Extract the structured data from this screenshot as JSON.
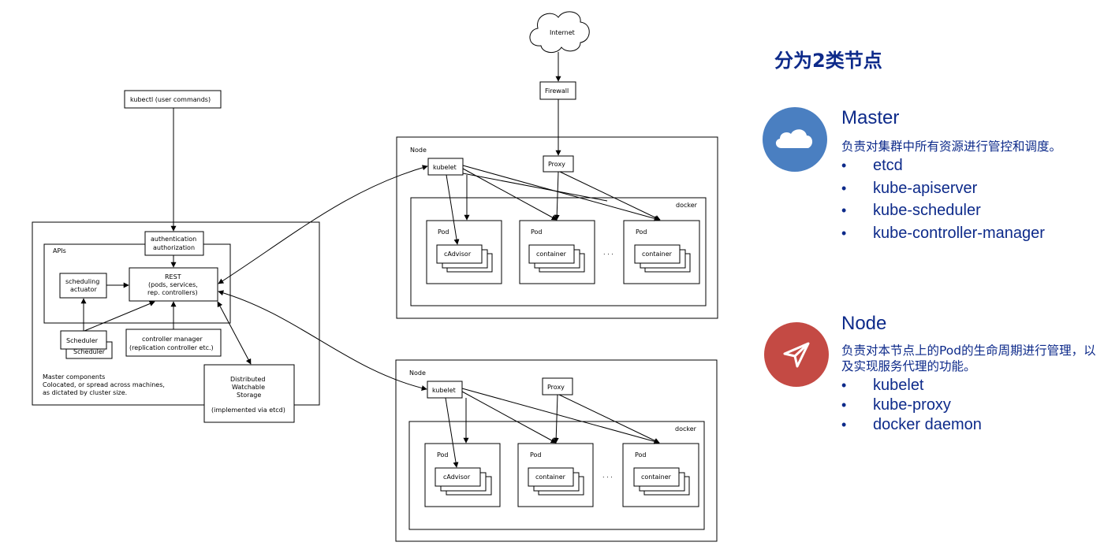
{
  "diagram": {
    "internet": "Internet",
    "firewall": "Firewall",
    "kubectl": "kubectl (user commands)",
    "auth": [
      "authentication",
      "authorization"
    ],
    "apis": "APIs",
    "rest": [
      "REST",
      "(pods, services,",
      "rep. controllers)"
    ],
    "scheduling": [
      "scheduling",
      "actuator"
    ],
    "scheduler": "Scheduler",
    "controller_manager": [
      "controller manager",
      "(replication controller etc.)"
    ],
    "master_components": [
      "Master components",
      "Colocated, or spread across machines,",
      "as dictated by cluster size."
    ],
    "storage": [
      "Distributed",
      "Watchable",
      "Storage",
      "",
      "(implemented via etcd)"
    ],
    "node": "Node",
    "kubelet": "kubelet",
    "proxy": "Proxy",
    "docker": "docker",
    "pod": "Pod",
    "cadvisor": "cAdvisor",
    "container": "container",
    "ellipsis": ". . ."
  },
  "panel": {
    "heading": "分为2类节点",
    "master": {
      "icon": "cloud-icon",
      "color": "#4a7fc1",
      "title": "Master",
      "desc": "负责对集群中所有资源进行管控和调度。",
      "items": [
        "etcd",
        "kube-apiserver",
        "kube-scheduler",
        "kube-controller-manager"
      ]
    },
    "node": {
      "icon": "send-arrow-icon",
      "color": "#c44a44",
      "title": "Node",
      "desc": "负责对本节点上的Pod的生命周期进行管理，以及实现服务代理的功能。",
      "items": [
        "kubelet",
        "kube-proxy",
        "docker daemon"
      ]
    },
    "text_color": "#0d2a8a"
  }
}
